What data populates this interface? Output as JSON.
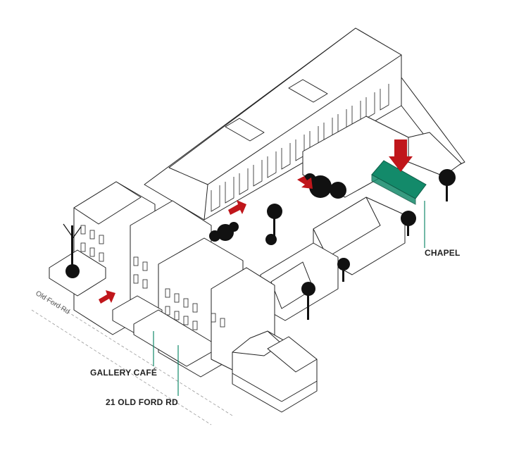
{
  "labels": {
    "chapel": "CHAPEL",
    "gallery_cafe": "GALLERY CAFÉ",
    "old_ford_rd_21": "21 OLD FORD RD",
    "road": "Old Ford Rd"
  },
  "colors": {
    "arrow": "#c0161b",
    "chapel_fill": "#138a6a",
    "leader": "#138a6a",
    "line": "#222222",
    "tree": "#111111"
  },
  "icons": [
    "entrance-arrow-icon",
    "tree-icon"
  ]
}
